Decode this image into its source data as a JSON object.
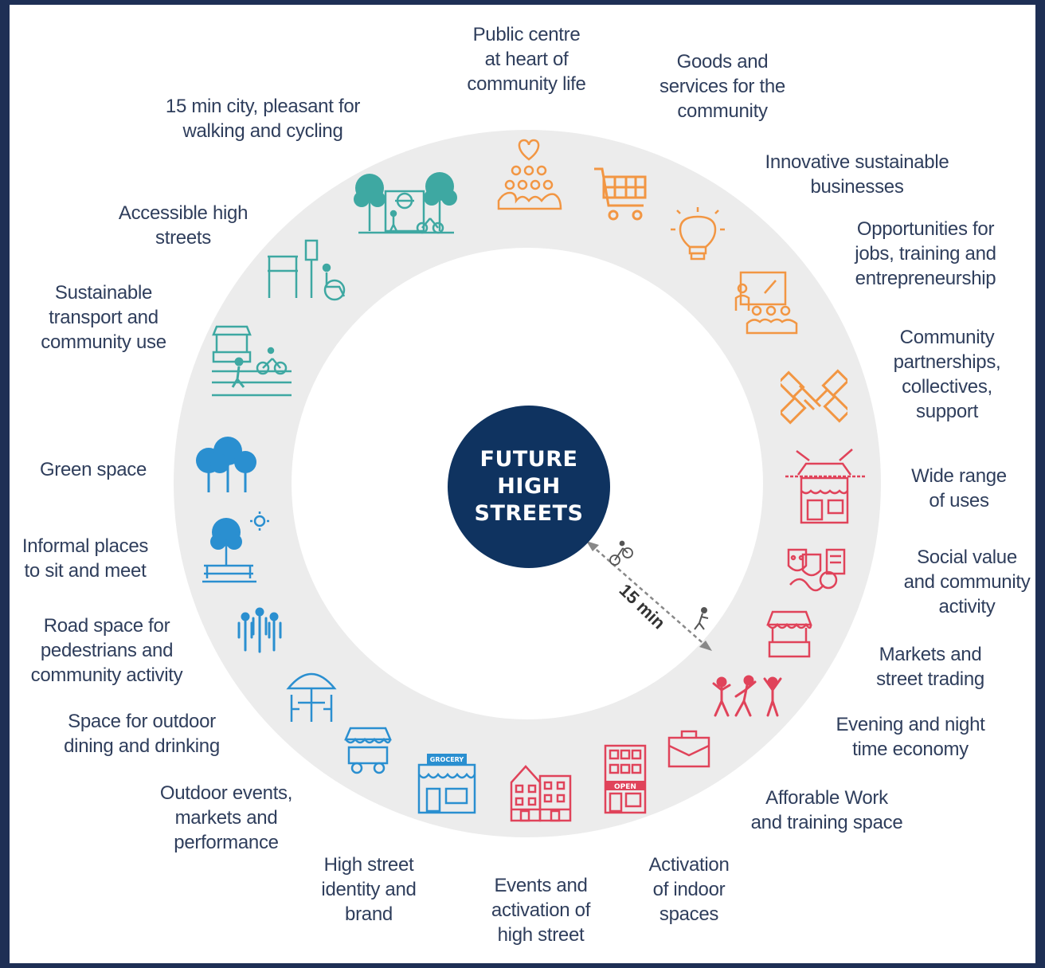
{
  "center": {
    "title": "FUTURE\nHIGH\nSTREETS"
  },
  "distance_label": "15 min",
  "colors": {
    "ring": "#ececec",
    "hub": "#0f3360",
    "teal": "#3ea8a2",
    "orange": "#f29643",
    "red": "#e0435a",
    "blue": "#2a8fd0",
    "background": "#1e2f55",
    "text": "#2f3e5c"
  },
  "labels": {
    "public_centre": "Public centre\nat heart of\ncommunity life",
    "goods_services": "Goods and\nservices for the\ncommunity",
    "innovative": "Innovative sustainable\nbusinesses",
    "opportunities": "Opportunities for\njobs, training and\nentrepreneurship",
    "partnerships": "Community\npartnerships,\ncollectives,\nsupport",
    "wide_range": "Wide range\nof uses",
    "social_value": "Social value\nand community\nactivity",
    "markets": "Markets and\nstreet trading",
    "evening": "Evening and night\ntime economy",
    "work_space": "Afforable Work\nand training space",
    "indoor": "Activation\nof indoor\nspaces",
    "events": "Events and\nactivation of\nhigh street",
    "identity": "High street\nidentity and\nbrand",
    "outdoor_events": "Outdoor events,\nmarkets and\nperformance",
    "dining": "Space for outdoor\ndining and drinking",
    "road_space": "Road space for\npedestrians and\ncommunity activity",
    "informal": "Informal places\nto sit and meet",
    "green": "Green space",
    "transport": "Sustainable\ntransport and\ncommunity use",
    "accessible": "Accessible high\nstreets",
    "fifteen_min": "15 min city, pleasant for\nwalking and cycling"
  },
  "icon_names": {
    "store_sign": "GROCERY",
    "open_sign": "OPEN"
  }
}
